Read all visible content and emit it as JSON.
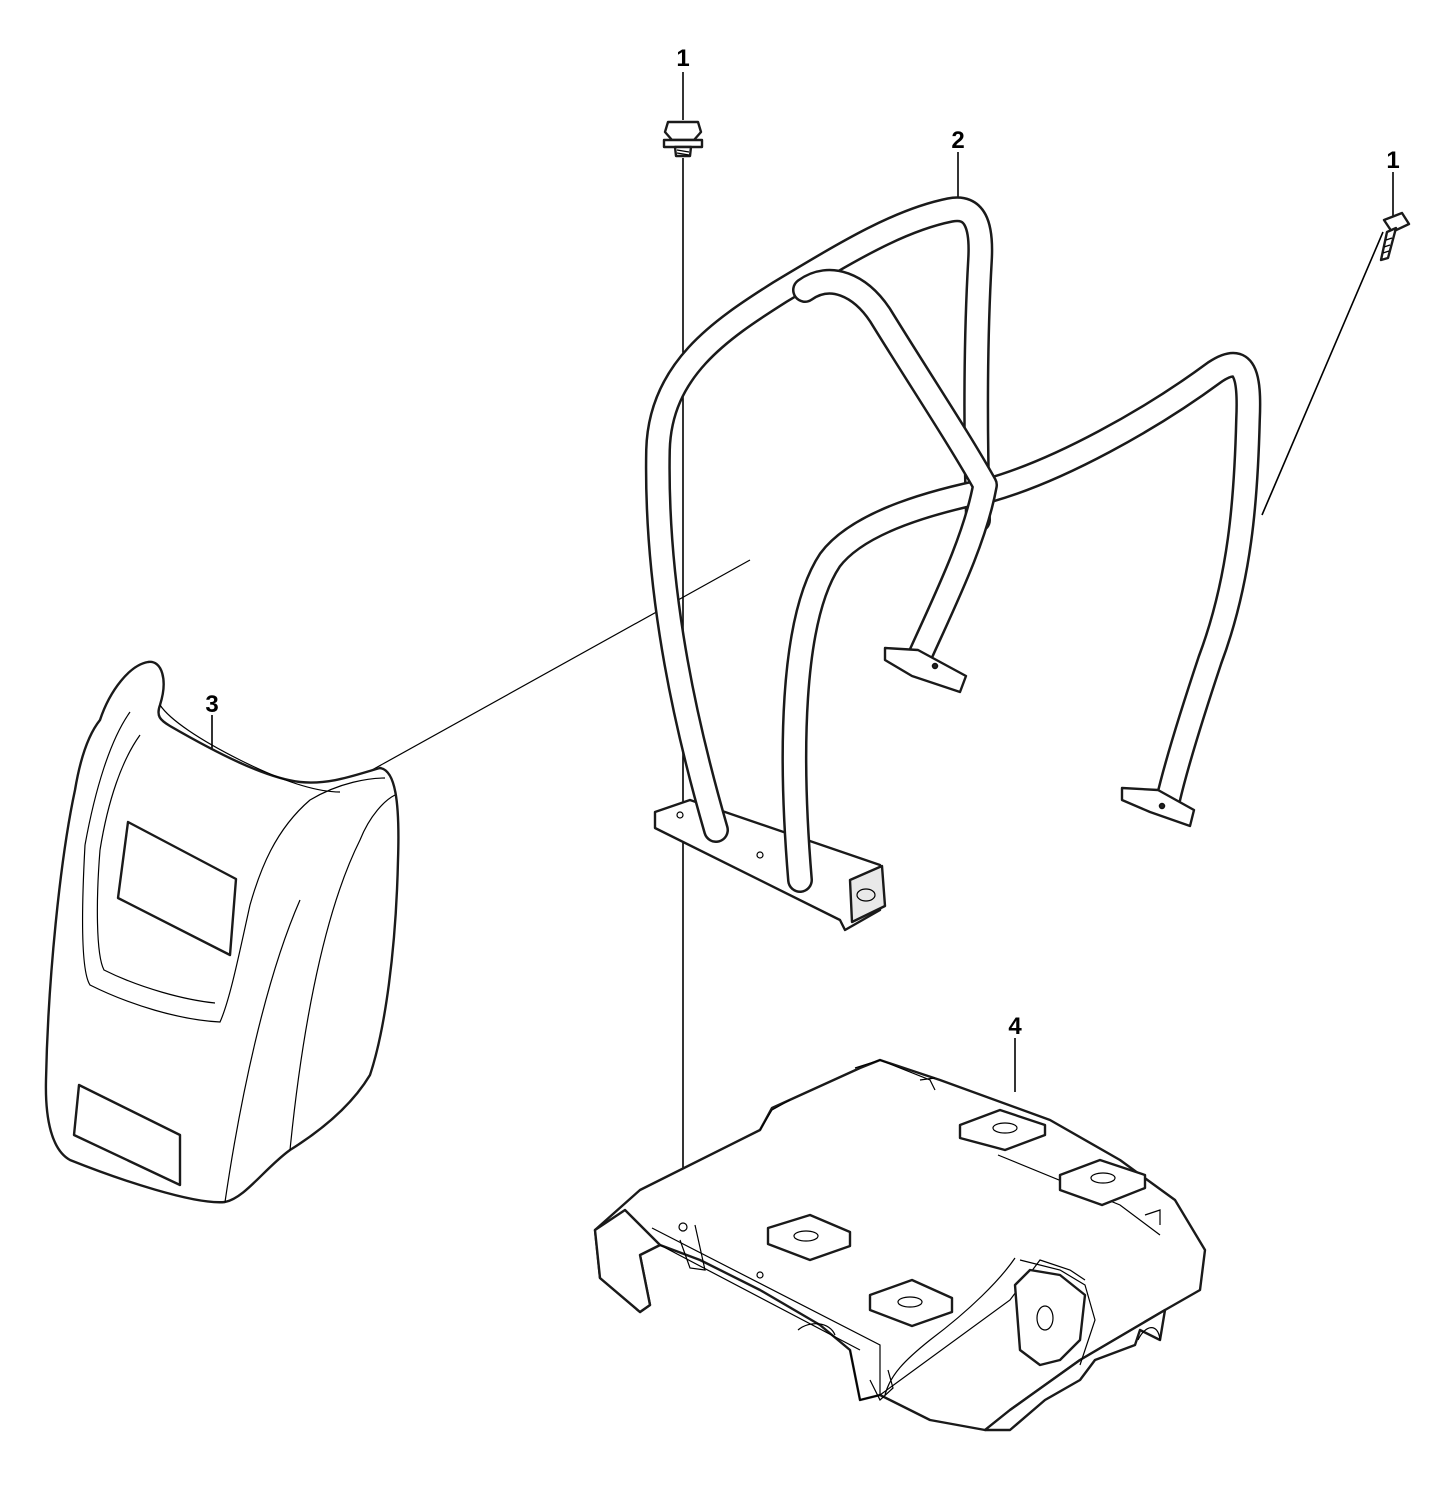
{
  "diagram": {
    "callouts": {
      "bolt_left": "1",
      "bolt_right": "1",
      "frame": "2",
      "cover": "3",
      "base": "4"
    }
  }
}
